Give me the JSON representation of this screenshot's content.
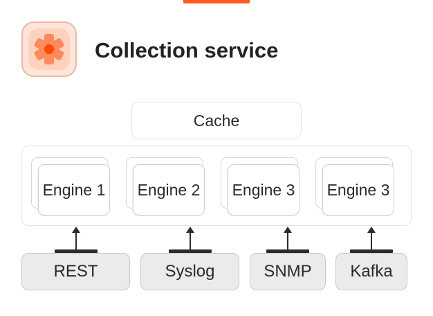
{
  "header": {
    "title": "Collection service",
    "icon": "gear-icon",
    "accent_color": "#ff5a1f"
  },
  "cache": {
    "label": "Cache"
  },
  "engines": [
    {
      "label": "Engine 1"
    },
    {
      "label": "Engine 2"
    },
    {
      "label": "Engine 3"
    },
    {
      "label": "Engine 3"
    }
  ],
  "sources": [
    {
      "label": "REST"
    },
    {
      "label": "Syslog"
    },
    {
      "label": "SNMP"
    },
    {
      "label": "Kafka"
    }
  ]
}
